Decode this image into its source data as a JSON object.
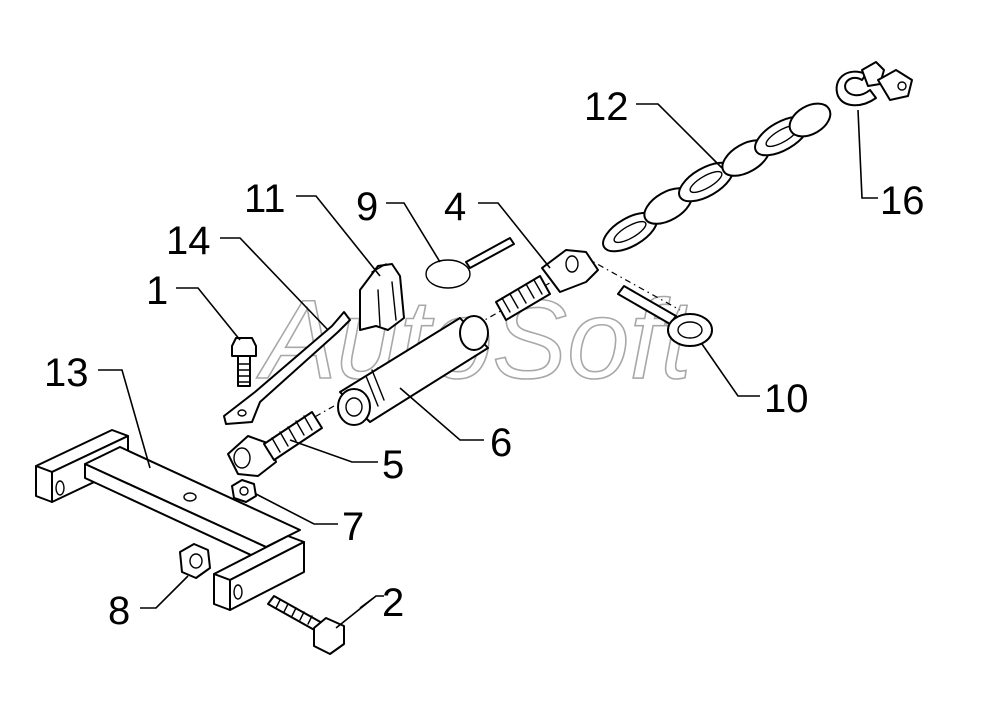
{
  "watermark": "AutoSoft",
  "callouts": [
    {
      "id": "1",
      "text": "1"
    },
    {
      "id": "2",
      "text": "2"
    },
    {
      "id": "4",
      "text": "4"
    },
    {
      "id": "5",
      "text": "5"
    },
    {
      "id": "6",
      "text": "6"
    },
    {
      "id": "7",
      "text": "7"
    },
    {
      "id": "8",
      "text": "8"
    },
    {
      "id": "9",
      "text": "9"
    },
    {
      "id": "10",
      "text": "10"
    },
    {
      "id": "11",
      "text": "11"
    },
    {
      "id": "12",
      "text": "12"
    },
    {
      "id": "13",
      "text": "13"
    },
    {
      "id": "14",
      "text": "14"
    },
    {
      "id": "16",
      "text": "16"
    }
  ],
  "colors": {
    "line": "#000000",
    "background": "#ffffff",
    "watermark": "#8c8c8c"
  }
}
